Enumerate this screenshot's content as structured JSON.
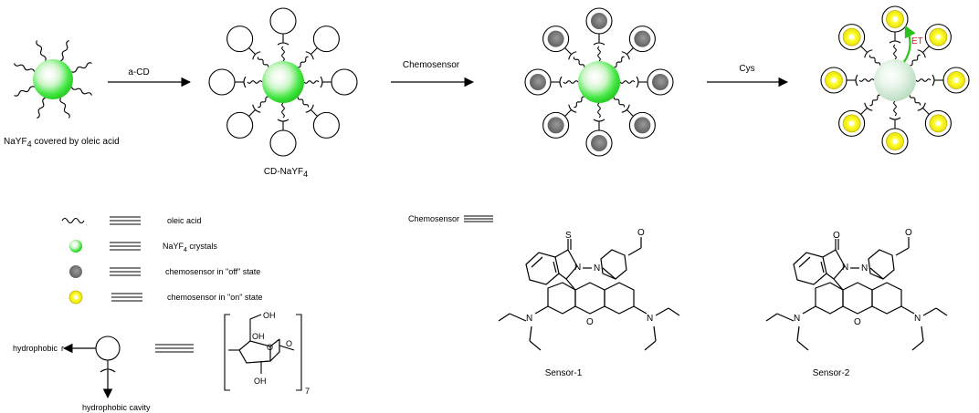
{
  "process": {
    "step1_label": "a-CD",
    "step2_label": "Chemosensor",
    "step3_label": "Cys",
    "start_label": "NaYF",
    "start_sub": "4",
    "start_suffix": " covered by oleic acid",
    "cd_label": "CD-NaYF",
    "cd_sub": "4",
    "et_label": "ET"
  },
  "legend": {
    "items": [
      {
        "label": "oleic acid"
      },
      {
        "label": "NaYF",
        "sub": "4",
        "suffix": " crystals"
      },
      {
        "label": "chemosensor in \"off\" state"
      },
      {
        "label": "chemosensor in \"on\" state"
      }
    ],
    "chemosensor_def": "Chemosensor"
  },
  "cyclodextrin": {
    "hydrophobic_label": "hydrophobic",
    "hydrophobic_trail": "r",
    "cavity_label": "hydrophobic cavity",
    "oh_labels": [
      "OH",
      "OH",
      "OH"
    ],
    "o_labels": [
      "O",
      "O"
    ],
    "repeat_n": "7"
  },
  "sensors": [
    {
      "name": "Sensor-1",
      "hetero": "S"
    },
    {
      "name": "Sensor-2",
      "hetero": "O"
    }
  ],
  "atom_labels": {
    "N": "N",
    "O": "O"
  },
  "colors": {
    "nanocrystal_green": "#29e02b",
    "nanocrystal_light": "#c9f5c5",
    "off_state_gray": "#6d6d6d",
    "on_state_yellow": "#f2f200",
    "faded_core": "#cfe8d4",
    "et_arrow": "#2bc21e",
    "et_text": "#e02020"
  },
  "icons": [
    "circle-cavity-icon",
    "oleic-acid-squiggle-icon",
    "reaction-arrow-icon",
    "triple-bar-equivalence-icon"
  ]
}
